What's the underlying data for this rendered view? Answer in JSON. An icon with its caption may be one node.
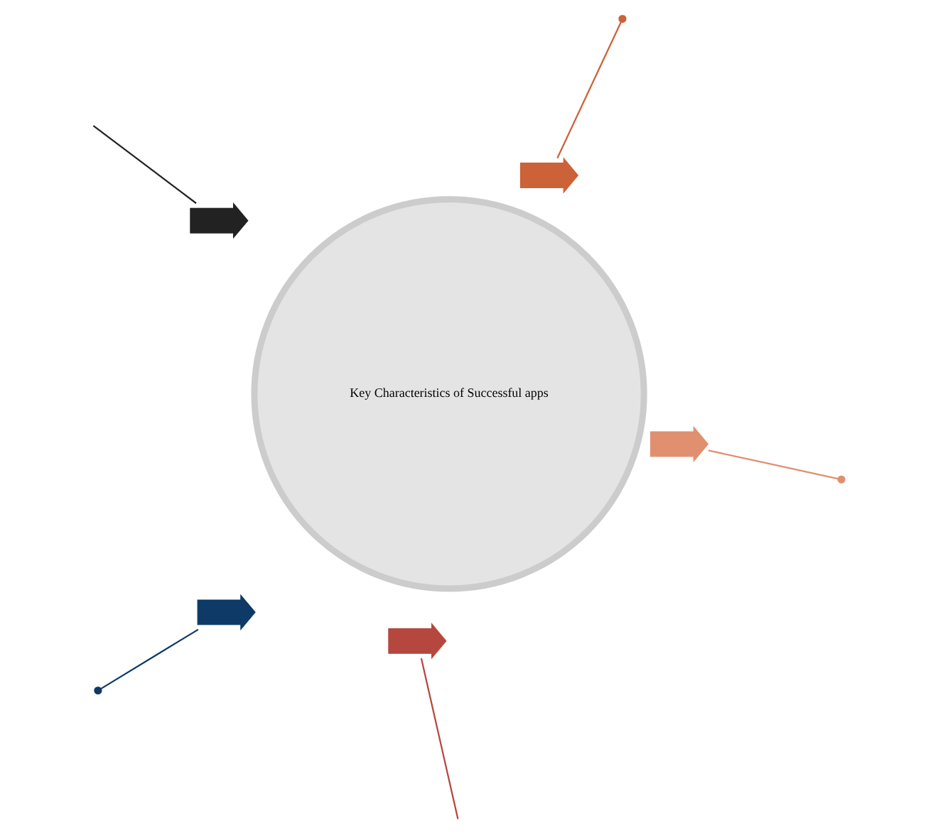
{
  "diagram": {
    "nodes": [
      {
        "text": [
          "Key Characteristics of Successful apps"
        ]
      },
      {
        "text": [],
        "shape": "arrow"
      },
      {
        "text": [],
        "shape": "arrow"
      },
      {
        "text": [],
        "shape": "arrow"
      },
      {
        "text": [],
        "shape": "arrow"
      },
      {
        "text": [],
        "shape": "arrow"
      }
    ],
    "edges": [
      {
        "from": null,
        "to": 1,
        "arrow": "other",
        "color": "#0d3a66"
      },
      {
        "from": null,
        "to": 2,
        "arrow": "none",
        "color": "#b5473f"
      },
      {
        "from": null,
        "to": 3,
        "arrow": "none",
        "color": "#222222"
      },
      {
        "from": null,
        "to": 4,
        "arrow": "other",
        "color": "#cc6238"
      },
      {
        "from": null,
        "to": 5,
        "arrow": "other",
        "color": "#e0906f"
      }
    ]
  }
}
